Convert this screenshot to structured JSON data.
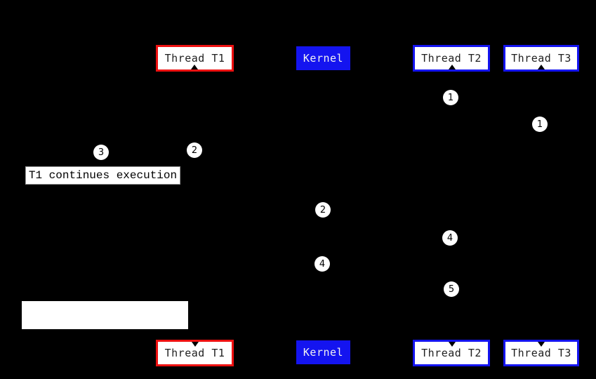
{
  "diagram": {
    "colors": {
      "background": "#000000",
      "thread_t1_border": "#ee1111",
      "thread_t2_t3_border": "#1414f0",
      "kernel_fill": "#1414f0",
      "kernel_text": "#f2f2f2",
      "box_fill": "#ffffff",
      "box_text": "#1f1f1f",
      "marker_fill": "#ffffff",
      "marker_text": "#000000"
    },
    "top_row": [
      {
        "label": "Thread T1",
        "style": "red-outline"
      },
      {
        "label": "Kernel",
        "style": "blue-fill"
      },
      {
        "label": "Thread T2",
        "style": "blue-outline"
      },
      {
        "label": "Thread T3",
        "style": "blue-outline"
      }
    ],
    "bottom_row": [
      {
        "label": "Thread T1",
        "style": "red-outline"
      },
      {
        "label": "Kernel",
        "style": "blue-fill"
      },
      {
        "label": "Thread T2",
        "style": "blue-outline"
      },
      {
        "label": "Thread T3",
        "style": "blue-outline"
      }
    ],
    "markers": [
      {
        "number": "1"
      },
      {
        "number": "1"
      },
      {
        "number": "3"
      },
      {
        "number": "2"
      },
      {
        "number": "2"
      },
      {
        "number": "4"
      },
      {
        "number": "4"
      },
      {
        "number": "5"
      }
    ],
    "annotation": {
      "text": "T1 continues execution"
    }
  }
}
